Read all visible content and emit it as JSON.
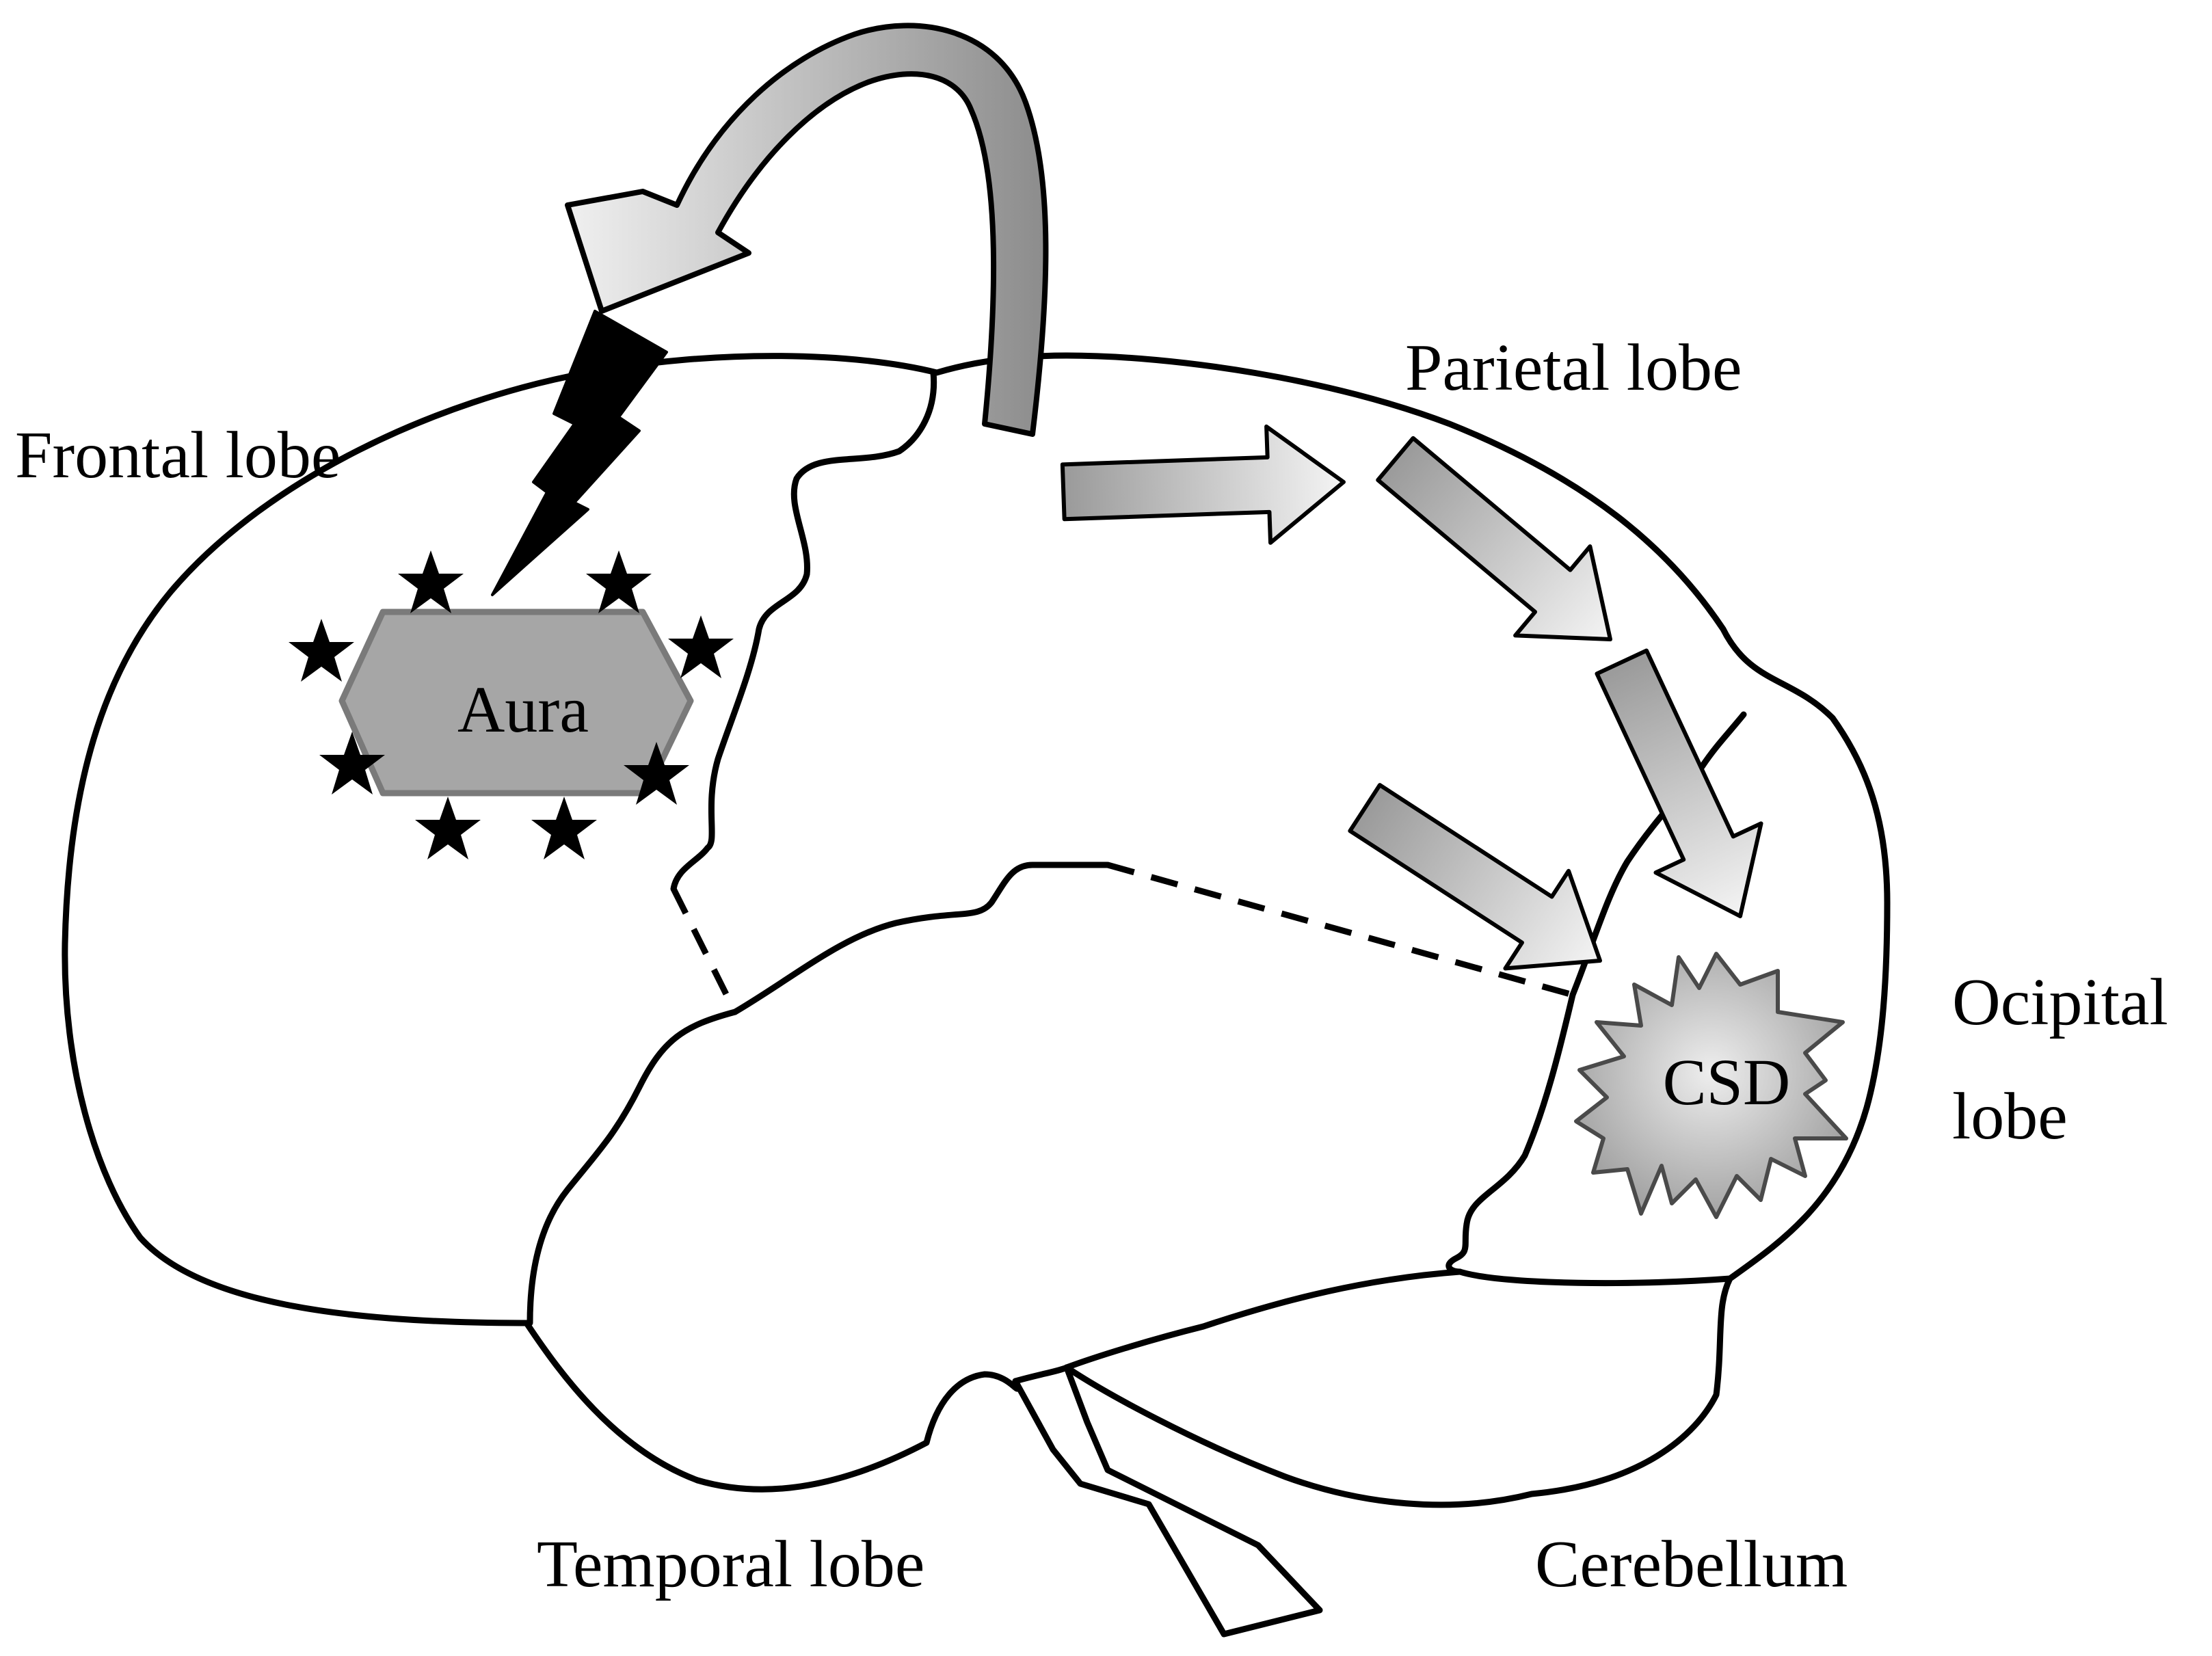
{
  "labels": {
    "frontal": "Frontal lobe",
    "parietal": "Parietal lobe",
    "occipital_line1": "Ocipital",
    "occipital_line2": "lobe",
    "temporal": "Temporal lobe",
    "cerebellum": "Cerebellum",
    "aura": "Aura",
    "csd": "CSD"
  },
  "colors": {
    "outline": "#000000",
    "aura_fill": "#a6a6a6",
    "csd_fill": "#c8c8c8",
    "arrow_fill_light": "#f2f2f2",
    "arrow_fill_dark": "#9a9a9a",
    "stars": "#000000",
    "lightning": "#000000"
  },
  "icons": {
    "csd": "starburst-icon",
    "lightning": "lightning-bolt-icon",
    "stars": "star-icon"
  }
}
